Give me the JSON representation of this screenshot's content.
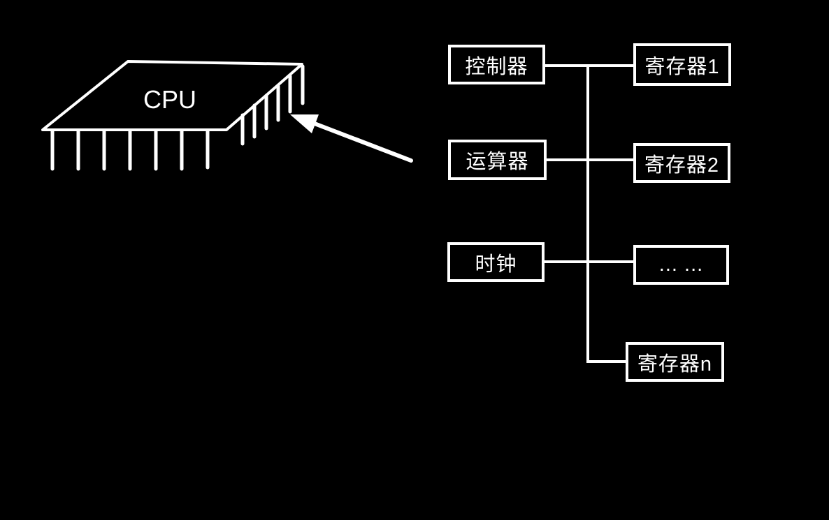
{
  "colors": {
    "background": "#000000",
    "stroke": "#ffffff",
    "text": "#ffffff"
  },
  "chip": {
    "label": "CPU"
  },
  "diagram": {
    "left_boxes": [
      {
        "label": "控制器"
      },
      {
        "label": "运算器"
      },
      {
        "label": "时钟"
      }
    ],
    "right_boxes": [
      {
        "label": "寄存器1"
      },
      {
        "label": "寄存器2"
      },
      {
        "label": "... ..."
      },
      {
        "label": "寄存器n"
      }
    ]
  }
}
